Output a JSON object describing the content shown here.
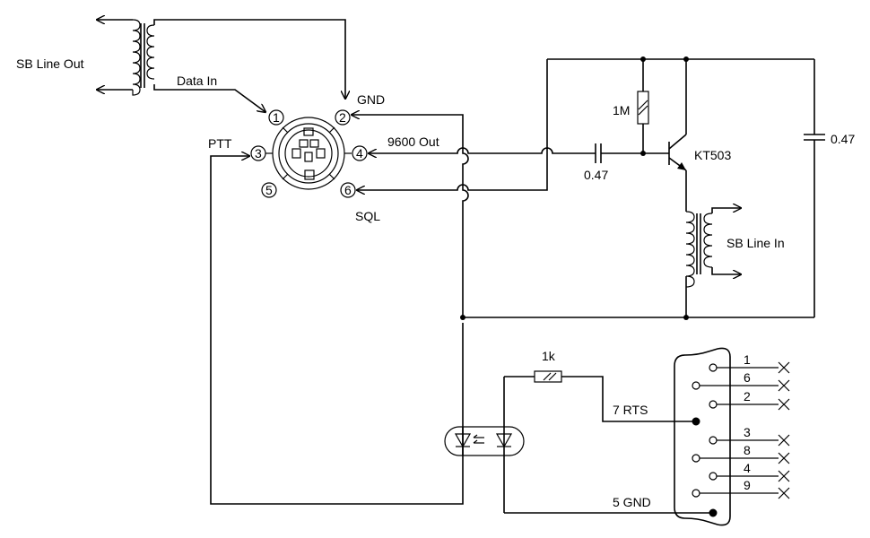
{
  "labels": {
    "sb_line_out": "SB Line Out",
    "data_in": "Data In",
    "gnd": "GND",
    "ptt": "PTT",
    "out_9600": "9600 Out",
    "sql": "SQL",
    "r_1m": "1M",
    "c_047_a": "0.47",
    "c_047_b": "0.47",
    "transistor": "KT503",
    "sb_line_in": "SB Line In",
    "r_1k": "1k",
    "rts": "7 RTS",
    "gnd5": "5 GND"
  },
  "din_pins": [
    "1",
    "2",
    "3",
    "4",
    "5",
    "6"
  ],
  "db9_pins": [
    "1",
    "6",
    "2",
    "3",
    "8",
    "4",
    "9"
  ]
}
